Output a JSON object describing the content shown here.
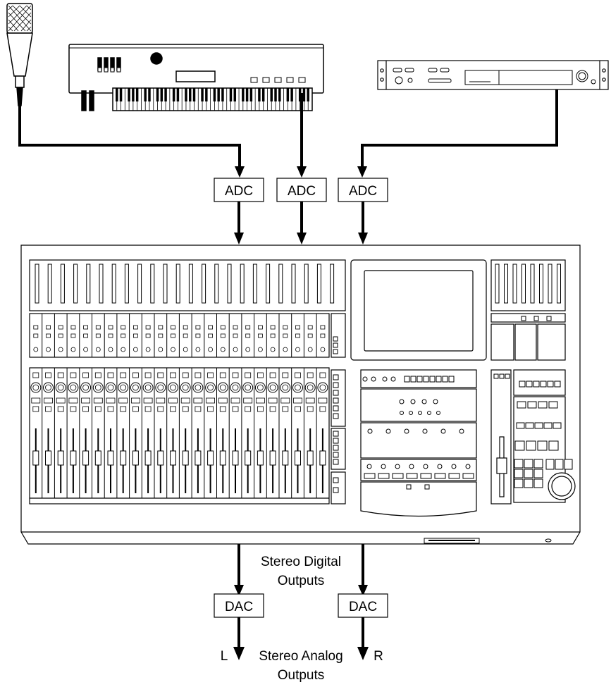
{
  "diagram": {
    "converters": {
      "adc_label": "ADC",
      "dac_label": "DAC"
    },
    "inputs": [
      {
        "name": "microphone-icon"
      },
      {
        "name": "keyboard-synth-icon"
      },
      {
        "name": "rack-unit-icon"
      }
    ],
    "console": {
      "name": "digital-mixing-console-icon"
    },
    "captions": {
      "digital_line1": "Stereo Digital",
      "digital_line2": "Outputs",
      "analog_line1": "Stereo Analog",
      "analog_line2": "Outputs"
    },
    "channels": {
      "left": "L",
      "right": "R"
    },
    "colors": {
      "stroke": "#000000",
      "fill": "#ffffff"
    }
  }
}
